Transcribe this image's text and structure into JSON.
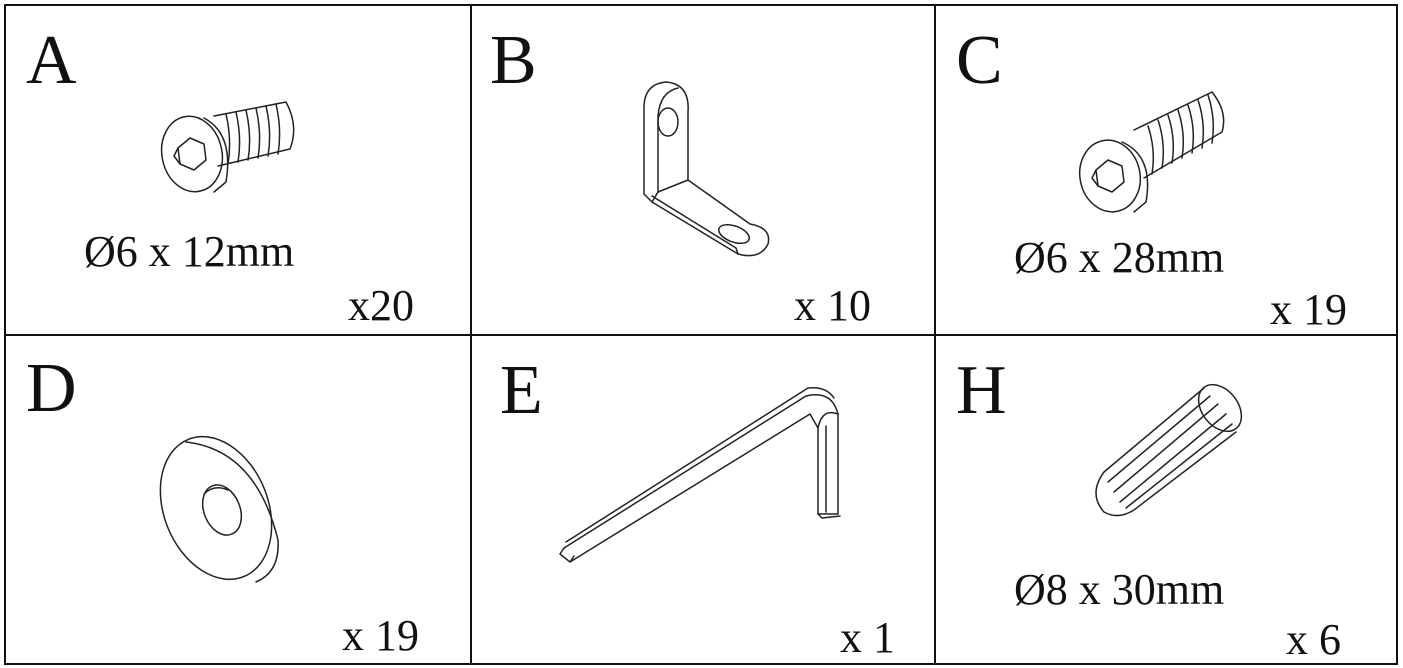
{
  "parts": [
    {
      "letter": "A",
      "spec": "Ø6 x 12mm",
      "qty": "x20",
      "icon": "short-socket-bolt-icon"
    },
    {
      "letter": "B",
      "spec": "",
      "qty": "x 10",
      "icon": "angle-bracket-icon"
    },
    {
      "letter": "C",
      "spec": "Ø6 x 28mm",
      "qty": "x 19",
      "icon": "long-socket-bolt-icon"
    },
    {
      "letter": "D",
      "spec": "",
      "qty": "x 19",
      "icon": "washer-icon"
    },
    {
      "letter": "E",
      "spec": "",
      "qty": "x 1",
      "icon": "allen-key-icon"
    },
    {
      "letter": "H",
      "spec": "Ø8 x 30mm",
      "qty": "x 6",
      "icon": "wooden-dowel-icon"
    }
  ]
}
